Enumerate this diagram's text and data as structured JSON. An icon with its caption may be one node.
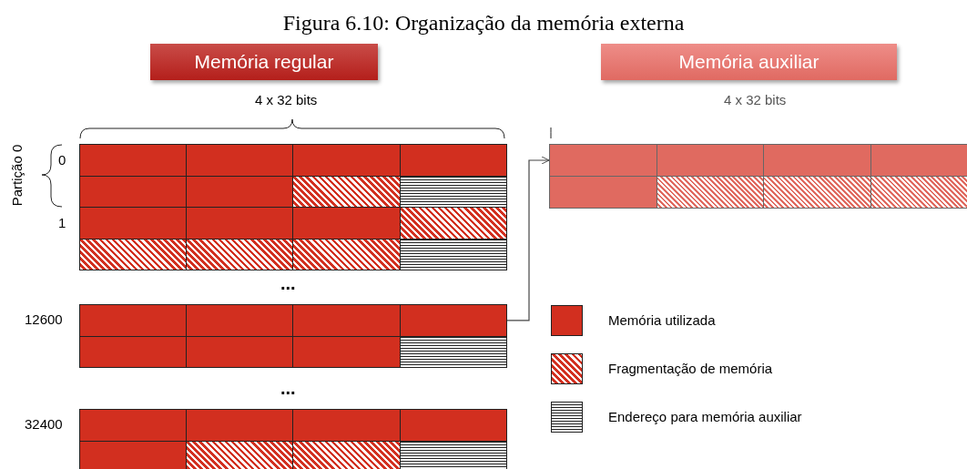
{
  "diagram": {
    "title": "Figura 6.10: Organização da memória externa",
    "nodes": [
      {
        "text": [
          "Memória regular"
        ]
      },
      {
        "text": [
          "Memória auxiliar"
        ]
      },
      {
        "text": [],
        "shape": "box"
      },
      {
        "text": [],
        "shape": "box"
      },
      {
        "text": [],
        "shape": "box"
      },
      {
        "text": [],
        "shape": "box"
      },
      {
        "text": [],
        "shape": "box"
      },
      {
        "text": [],
        "shape": "box"
      },
      {
        "text": [],
        "shape": "box"
      },
      {
        "text": [],
        "shape": "box"
      },
      {
        "text": [],
        "shape": "box"
      },
      {
        "text": [],
        "shape": "box"
      },
      {
        "text": [],
        "shape": "box"
      },
      {
        "text": [],
        "shape": "box"
      },
      {
        "text": [],
        "shape": "box"
      },
      {
        "text": [],
        "shape": "box"
      },
      {
        "text": [],
        "shape": "box"
      },
      {
        "text": [],
        "shape": "box"
      },
      {
        "text": [],
        "shape": "box"
      },
      {
        "text": [],
        "shape": "box"
      },
      {
        "text": [],
        "shape": "box"
      },
      {
        "text": [],
        "shape": "box"
      },
      {
        "text": [],
        "shape": "box"
      },
      {
        "text": [],
        "shape": "box"
      },
      {
        "text": [],
        "shape": "box"
      },
      {
        "text": [],
        "shape": "box"
      },
      {
        "text": [],
        "shape": "box"
      },
      {
        "text": [],
        "shape": "box"
      },
      {
        "text": [],
        "shape": "box"
      },
      {
        "text": [],
        "shape": "box"
      },
      {
        "text": [],
        "shape": "box"
      },
      {
        "text": [],
        "shape": "box"
      },
      {
        "text": [],
        "shape": "box"
      },
      {
        "text": [],
        "shape": "box"
      },
      {
        "text": [],
        "shape": "box"
      },
      {
        "text": [],
        "shape": "box"
      },
      {
        "text": [],
        "shape": "box"
      },
      {
        "text": [],
        "shape": "box"
      },
      {
        "text": [],
        "shape": "box"
      },
      {
        "text": [],
        "shape": "box"
      },
      {
        "text": [],
        "shape": "box"
      },
      {
        "text": [],
        "shape": "box"
      }
    ],
    "edges": [
      {
        "from": 21,
        "to": 34,
        "arrow": "to"
      }
    ],
    "labels": [
      "4 x 32 bits",
      "4 x 32 bits",
      "Partição 0",
      "0",
      "1",
      "...",
      "12600",
      "...",
      "32400"
    ],
    "legend": [
      {
        "text": "Memória utilizada",
        "color": "#d22f1f"
      },
      {
        "text": "Fragmentação de memória"
      },
      {
        "text": "Endereço para memória auxiliar"
      }
    ]
  }
}
